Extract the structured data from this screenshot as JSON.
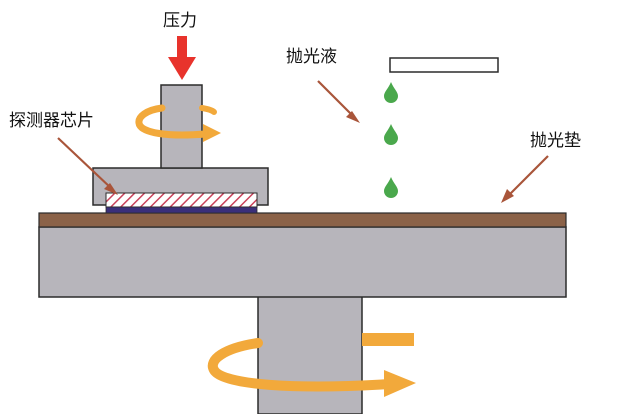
{
  "labels": {
    "pressure": "压力",
    "chip": "探测器芯片",
    "slurry": "抛光液",
    "pad": "抛光垫"
  },
  "colors": {
    "block": "#b7b5bb",
    "block_stroke": "#2b2b2b",
    "pad": "#8b6248",
    "rotation_arrow": "#f2a93b",
    "pressure_arrow": "#e8332c",
    "pointer_arrow": "#a9553a",
    "droplet": "#4aa84c",
    "chip_base": "#3a2f7a",
    "chip_hatch": "#c9435b"
  },
  "icons": {
    "pressure": "down-arrow-icon",
    "rotation": "curved-rotation-arrow-icon",
    "droplet": "slurry-droplet-icon"
  }
}
